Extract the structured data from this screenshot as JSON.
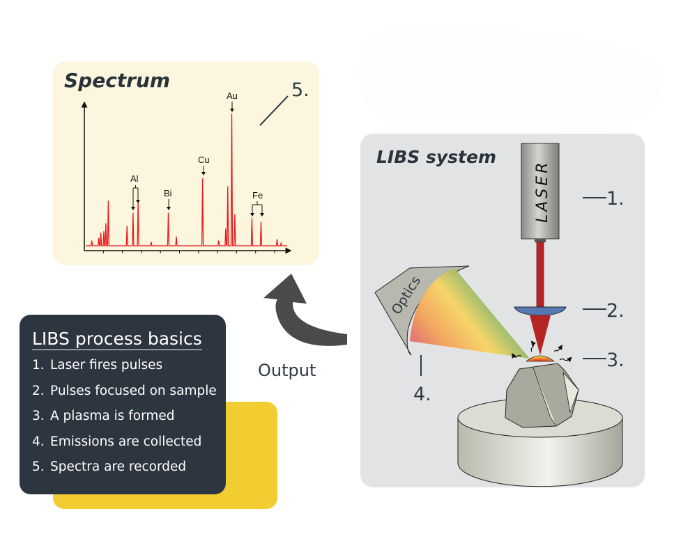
{
  "spectrum": {
    "title": "Spectrum",
    "step_label": "5.",
    "peak_labels": {
      "al": "Al",
      "bi": "Bi",
      "cu": "Cu",
      "au": "Au",
      "fe": "Fe"
    },
    "trace_color": "#e8191c",
    "peaks": [
      {
        "pos": 3,
        "i": 4
      },
      {
        "pos": 6.5,
        "i": 6
      },
      {
        "pos": 7.5,
        "i": 10
      },
      {
        "pos": 9,
        "i": 11
      },
      {
        "pos": 10,
        "i": 17
      },
      {
        "pos": 11.2,
        "i": 34
      },
      {
        "pos": 20.5,
        "i": 15
      },
      {
        "pos": 23.5,
        "i": 25
      },
      {
        "pos": 26,
        "i": 33
      },
      {
        "pos": 32.5,
        "i": 3
      },
      {
        "pos": 41,
        "i": 25
      },
      {
        "pos": 45,
        "i": 7
      },
      {
        "pos": 58,
        "i": 51
      },
      {
        "pos": 66,
        "i": 4
      },
      {
        "pos": 69.5,
        "i": 13
      },
      {
        "pos": 70.5,
        "i": 45
      },
      {
        "pos": 72.5,
        "i": 100
      },
      {
        "pos": 74,
        "i": 24
      },
      {
        "pos": 82.5,
        "i": 21
      },
      {
        "pos": 87,
        "i": 18
      },
      {
        "pos": 95,
        "i": 5
      },
      {
        "pos": 97,
        "i": 2
      }
    ]
  },
  "system": {
    "title": "LIBS system",
    "laser_label": "LASER",
    "optics_label": "Optics",
    "steps": [
      "1.",
      "2.",
      "3.",
      "4."
    ]
  },
  "output_label": "Output",
  "basics": {
    "title": "LIBS process basics",
    "items": [
      {
        "n": "1.",
        "text": "Laser fires pulses"
      },
      {
        "n": "2.",
        "text": "Pulses focused on sample"
      },
      {
        "n": "3.",
        "text": "A plasma is formed"
      },
      {
        "n": "4.",
        "text": "Emissions are collected"
      },
      {
        "n": "5.",
        "text": "Spectra are recorded"
      }
    ]
  }
}
